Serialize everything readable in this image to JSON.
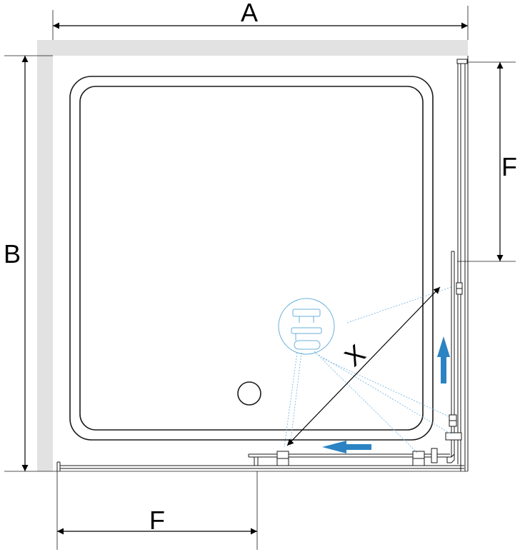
{
  "labels": {
    "width": "A",
    "depth": "B",
    "entry_right": "F",
    "entry_bottom": "F",
    "diagonal": "X"
  },
  "colors": {
    "wall": "#e2e2e2",
    "line": "#1a1a1a",
    "guide": "#6ab0dc",
    "arrow": "#2b83c3"
  },
  "icons": {
    "hardware_detail": "hinge-detail-icon",
    "drain": "drain-icon",
    "slide_up": "slide-up-arrow-icon",
    "slide_left": "slide-left-arrow-icon"
  }
}
